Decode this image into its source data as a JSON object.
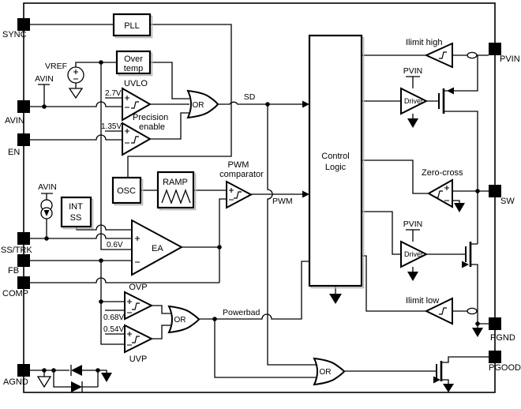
{
  "colors": {
    "ink": "#000000",
    "background": "#ffffff"
  },
  "pins": {
    "left": [
      "SYNC",
      "AVIN",
      "EN",
      "SS/TRK",
      "FB",
      "COMP",
      "AGND"
    ],
    "right": [
      "PVIN",
      "SW",
      "PGND",
      "PGOOD"
    ]
  },
  "blocks": {
    "pll": "PLL",
    "over_temp": [
      "Over",
      "temp"
    ],
    "osc": "OSC",
    "ramp": "RAMP",
    "int_ss": [
      "INT",
      "SS"
    ],
    "control_logic": [
      "Control",
      "Logic"
    ]
  },
  "comparators": {
    "uvlo": "UVLO",
    "precision_enable": [
      "Precision",
      "enable"
    ],
    "pwm_comparator": [
      "PWM",
      "comparator"
    ],
    "error_amp": "EA",
    "ovp": "OVP",
    "uvp": "UVP",
    "zero_cross": "Zero-cross",
    "ilimit_high": "Ilimit high",
    "ilimit_low": "Ilimit low"
  },
  "driver_label": "Driver",
  "or_label": "OR",
  "signals": {
    "sd": "SD",
    "pwm": "PWM",
    "powerbad": "Powerbad"
  },
  "references": {
    "vref": "VREF",
    "avin_rail": "AVIN",
    "pvin_rail": "PVIN",
    "uvlo_threshold": "2.7V",
    "enable_threshold": "1.35V",
    "ea_reference": "0.6V",
    "ovp_threshold": "0.68V",
    "uvp_threshold": "0.54V"
  }
}
